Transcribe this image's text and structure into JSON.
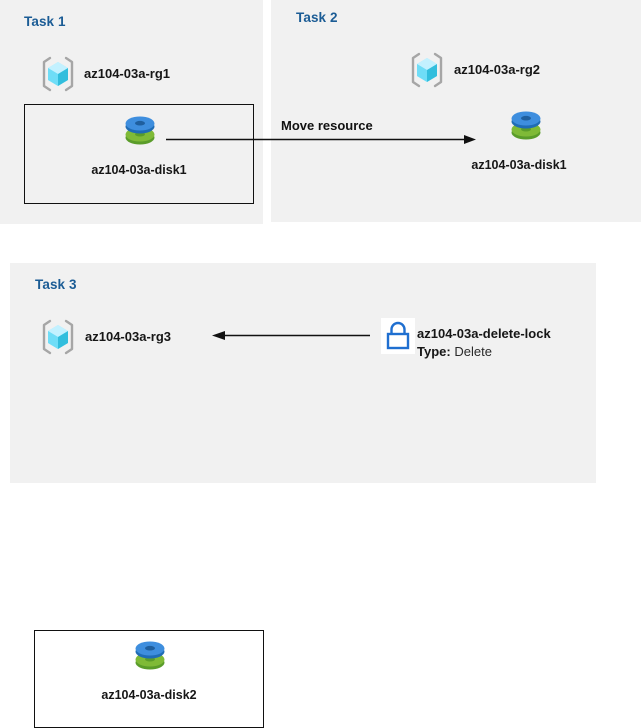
{
  "diagram": {
    "background": "#ffffff",
    "panel_bg": "#f1f1f1",
    "title_color": "#1b5c95",
    "accent_cyan": "#50e6ff",
    "accent_blue": "#0078d4",
    "disk_blue": "#3e8ede",
    "disk_green": "#7cb342"
  },
  "panels": [
    {
      "id": "task1",
      "title": "Task 1",
      "resource_group": {
        "label": "az104-03a-rg1",
        "icon": "resource-group-icon"
      },
      "resource": {
        "label": "az104-03a-disk1",
        "icon": "managed-disk-icon"
      }
    },
    {
      "id": "task2",
      "title": "Task 2",
      "resource_group": {
        "label": "az104-03a-rg2",
        "icon": "resource-group-icon"
      },
      "resource": {
        "label": "az104-03a-disk1",
        "icon": "managed-disk-icon"
      }
    },
    {
      "id": "task3",
      "title": "Task 3",
      "resource_group": {
        "label": "az104-03a-rg3",
        "icon": "resource-group-icon"
      },
      "resource": {
        "label": "az104-03a-disk2",
        "icon": "managed-disk-icon"
      },
      "lock": {
        "icon": "lock-icon",
        "name": "az104-03a-delete-lock",
        "type_key": "Type:",
        "type_value": "Delete"
      }
    }
  ],
  "connectors": [
    {
      "id": "move-resource",
      "label": "Move resource",
      "direction": "right"
    },
    {
      "id": "apply-lock",
      "label": "",
      "direction": "left"
    }
  ]
}
